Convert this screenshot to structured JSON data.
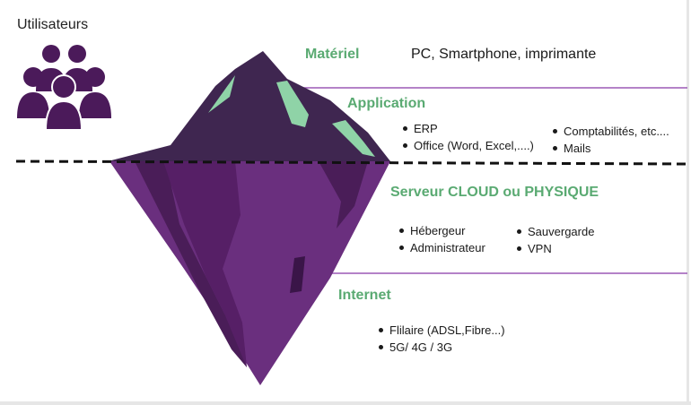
{
  "users": {
    "label": "Utilisateurs",
    "icon": "users-group-icon",
    "color": "#4b1a5a"
  },
  "colors": {
    "heading": "#5aaa72",
    "iceberg_top": "#3f2650",
    "iceberg_bottom": "#6a2f7e",
    "highlight": "#8fd3a7",
    "separator": "#9b59b6",
    "waterline": "#111111"
  },
  "levels": {
    "materiel": {
      "title": "Matériel",
      "text": "PC, Smartphone, imprimante"
    },
    "application": {
      "title": "Application",
      "col1": [
        "ERP",
        "Office (Word, Excel,....)"
      ],
      "col2": [
        "Comptabilités, etc....",
        "Mails"
      ]
    },
    "serveur": {
      "title": "Serveur CLOUD ou PHYSIQUE",
      "col1": [
        "Hébergeur",
        "Administrateur"
      ],
      "col2": [
        "Sauvergarde",
        "VPN"
      ]
    },
    "internet": {
      "title": "Internet",
      "items": [
        "Flilaire (ADSL,Fibre...)",
        "5G/ 4G / 3G"
      ]
    }
  }
}
